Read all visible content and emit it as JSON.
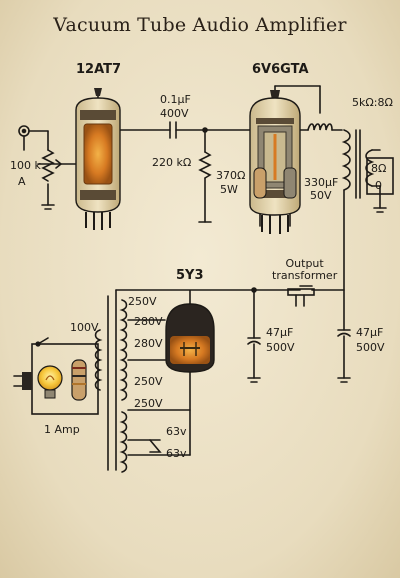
{
  "title": "Vacuum Tube Audio Amplifier",
  "tubes": {
    "preamp": "12AT7",
    "power": "6V6GTA",
    "rectifier": "5Y3"
  },
  "components": {
    "coupling_cap_value": "0.1µF",
    "coupling_cap_voltage": "400V",
    "grid_resistor": "220 kΩ",
    "input_pot_value": "100 k",
    "input_pot_taper": "A",
    "cathode_resistor_value": "370Ω",
    "cathode_resistor_power": "5W",
    "cathode_bypass_value": "330µF",
    "cathode_bypass_voltage": "50V",
    "output_impedance": "5kΩ:8Ω",
    "speaker_tap_8": "8Ω",
    "speaker_tap_0": "0",
    "output_transformer": "Output\ntransformer",
    "filter_cap1_value": "47µF",
    "filter_cap1_voltage": "500V",
    "filter_cap2_value": "47µF",
    "filter_cap2_voltage": "500V"
  },
  "power_transformer": {
    "primary": "100V",
    "taps": [
      "250V",
      "280V",
      "280V",
      "250V",
      "250V",
      "63v",
      "63v"
    ]
  },
  "mains": {
    "fuse_bulb": "1 Amp"
  },
  "colors": {
    "ink": "#1d1a16",
    "glass": "#d9c89a",
    "glow": "#e0902a",
    "paper": "#ece2c8"
  }
}
